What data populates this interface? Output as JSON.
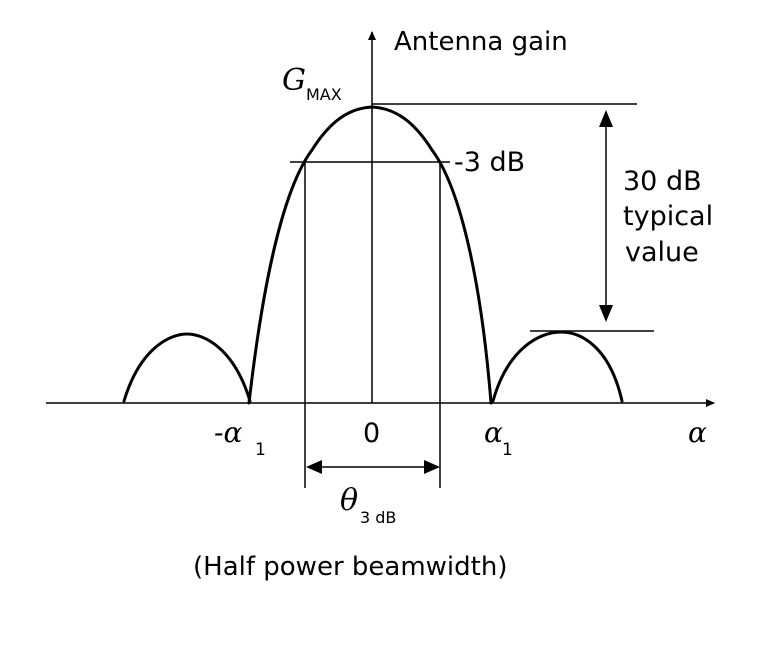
{
  "diagram": {
    "y_axis_label": "Antenna gain",
    "gmax_symbol": "G",
    "gmax_subscript": "MAX",
    "minus3db_label": "-3 dB",
    "sidelobe_label_line1": "30 dB",
    "sidelobe_label_line2": "typical",
    "sidelobe_label_line3": "value",
    "x_axis_label": "α",
    "neg_alpha1_main": "-α",
    "neg_alpha1_sub": "1",
    "origin_label": "0",
    "alpha1_main": "α",
    "alpha1_sub": "1",
    "beamwidth_symbol": "θ",
    "beamwidth_subscript": "3 dB",
    "caption": "(Half power beamwidth)"
  }
}
